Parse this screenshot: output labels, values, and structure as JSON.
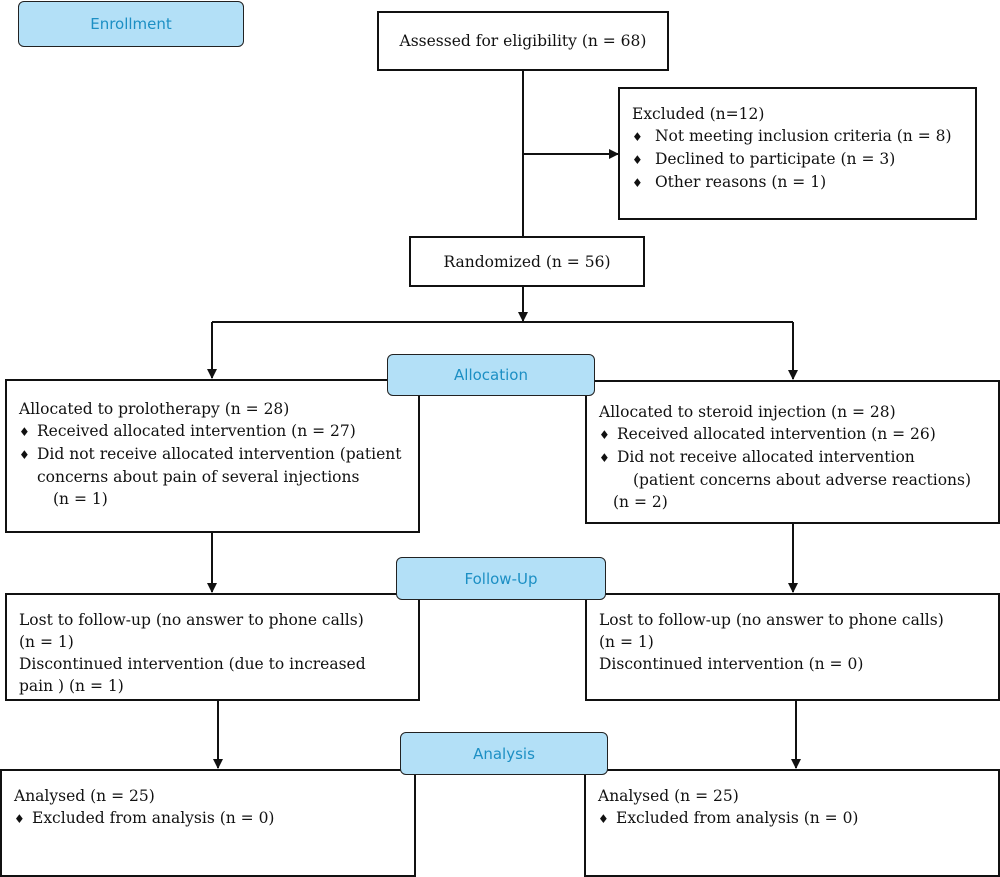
{
  "stages": {
    "enrollment": "Enrollment",
    "allocation": "Allocation",
    "followup": "Follow-Up",
    "analysis": "Analysis"
  },
  "assessed": "Assessed for eligibility (n = 68)",
  "excluded": {
    "title": "Excluded (n=12)",
    "items": [
      "Not meeting inclusion criteria (n = 8)",
      "Declined to participate (n = 3)",
      "Other reasons (n = 1)"
    ]
  },
  "randomized": "Randomized (n = 56)",
  "allocation_left": {
    "title": "Allocated to prolotherapy (n = 28)",
    "received": "Received allocated intervention (n = 27)",
    "not_received_1": "Did not receive allocated intervention (patient",
    "not_received_2": "concerns about pain of several injections",
    "not_received_3": "(n = 1)"
  },
  "allocation_right": {
    "title": "Allocated to steroid injection (n = 28)",
    "received": "Received allocated intervention (n = 26)",
    "not_received_1": "Did not receive allocated intervention",
    "not_received_2": "(patient concerns about adverse reactions)",
    "not_received_3": "(n = 2)"
  },
  "followup_left": {
    "lost_1": "Lost to follow-up (no answer to phone calls)",
    "lost_2": "(n = 1)",
    "disc_1": "Discontinued intervention (due to increased",
    "disc_2": "pain ) (n = 1)"
  },
  "followup_right": {
    "lost_1": "Lost to follow-up (no answer to phone calls)",
    "lost_2": "(n = 1)",
    "disc_1": "Discontinued intervention (n = 0)"
  },
  "analysis_left": {
    "analysed": "Analysed (n = 25)",
    "excluded": "Excluded from analysis (n = 0)"
  },
  "analysis_right": {
    "analysed": "Analysed (n = 25)",
    "excluded": "Excluded from analysis (n = 0)"
  }
}
